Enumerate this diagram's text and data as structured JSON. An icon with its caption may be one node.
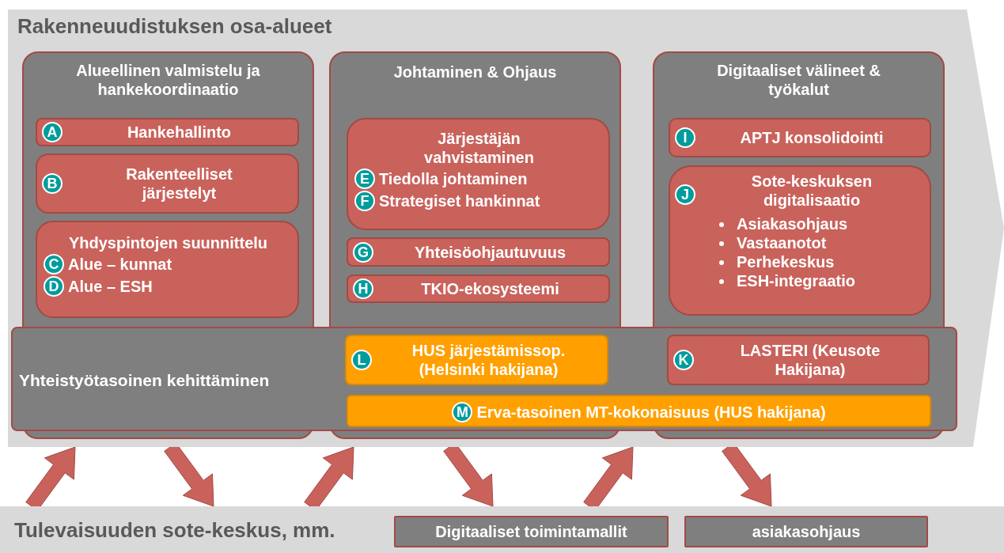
{
  "diagram": {
    "nodes": [
      {
        "text": [
          "Rakenneuudistuksen osa-alueet"
        ]
      },
      {
        "text": [
          "Alueellinen valmistelu ja hankekoordinaatio"
        ],
        "in": 0
      },
      {
        "text": [
          "A",
          "Hankehallinto"
        ],
        "in": 1
      },
      {
        "text": [
          "B",
          "Rakenteelliset järjestelyt"
        ],
        "in": 1
      },
      {
        "text": [
          "Yhdyspintojen suunnittelu",
          "C",
          "Alue – kunnat",
          "D",
          "Alue – ESH"
        ],
        "in": 1
      },
      {
        "text": [
          "Johtaminen & Ohjaus"
        ],
        "in": 0
      },
      {
        "text": [
          "Järjestäjän vahvistaminen",
          "E",
          "Tiedolla johtaminen",
          "F",
          "Strategiset hankinnat"
        ],
        "in": 5
      },
      {
        "text": [
          "G",
          "Yhteisöohjautuvuus"
        ],
        "in": 5
      },
      {
        "text": [
          "H",
          "TKIO-ekosysteemi"
        ],
        "in": 5
      },
      {
        "text": [
          "Digitaaliset välineet & työkalut"
        ],
        "in": 0
      },
      {
        "text": [
          "I",
          "APTJ konsolidointi"
        ],
        "in": 9
      },
      {
        "text": [
          "J",
          "Sote-keskuksen digitalisaatio",
          "Asiakasohjaus",
          "Vastaanotot",
          "Perhekeskus",
          "ESH-integraatio"
        ],
        "in": 9
      },
      {
        "text": [
          "Yhteistyötasoinen kehittäminen"
        ],
        "in": 0
      },
      {
        "text": [
          "L",
          "HUS järjestämissop. (Helsinki hakijana)"
        ]
      },
      {
        "text": [
          "K",
          "LASTERI (Keusote Hakijana)"
        ]
      },
      {
        "text": [
          "M",
          "Erva-tasoinen MT-kokonaisuus (HUS hakijana)"
        ],
        "in": 12
      },
      {
        "text": [
          "Tulevaisuuden sote-keskus, mm."
        ]
      },
      {
        "text": [
          "Digitaaliset toimintamallit"
        ],
        "in": 16
      },
      {
        "text": [
          "asiakasohjaus"
        ],
        "in": 16
      }
    ],
    "edges": [
      {
        "from": 16,
        "to": 0,
        "arrow": "to",
        "style": "thick"
      },
      {
        "from": 0,
        "to": 16,
        "arrow": "to",
        "style": "thick"
      },
      {
        "from": 16,
        "to": 0,
        "arrow": "to",
        "style": "thick"
      },
      {
        "from": 0,
        "to": 16,
        "arrow": "to",
        "style": "thick"
      },
      {
        "from": 16,
        "to": 0,
        "arrow": "to",
        "style": "thick"
      },
      {
        "from": 0,
        "to": 16,
        "arrow": "to",
        "style": "thick"
      }
    ]
  }
}
